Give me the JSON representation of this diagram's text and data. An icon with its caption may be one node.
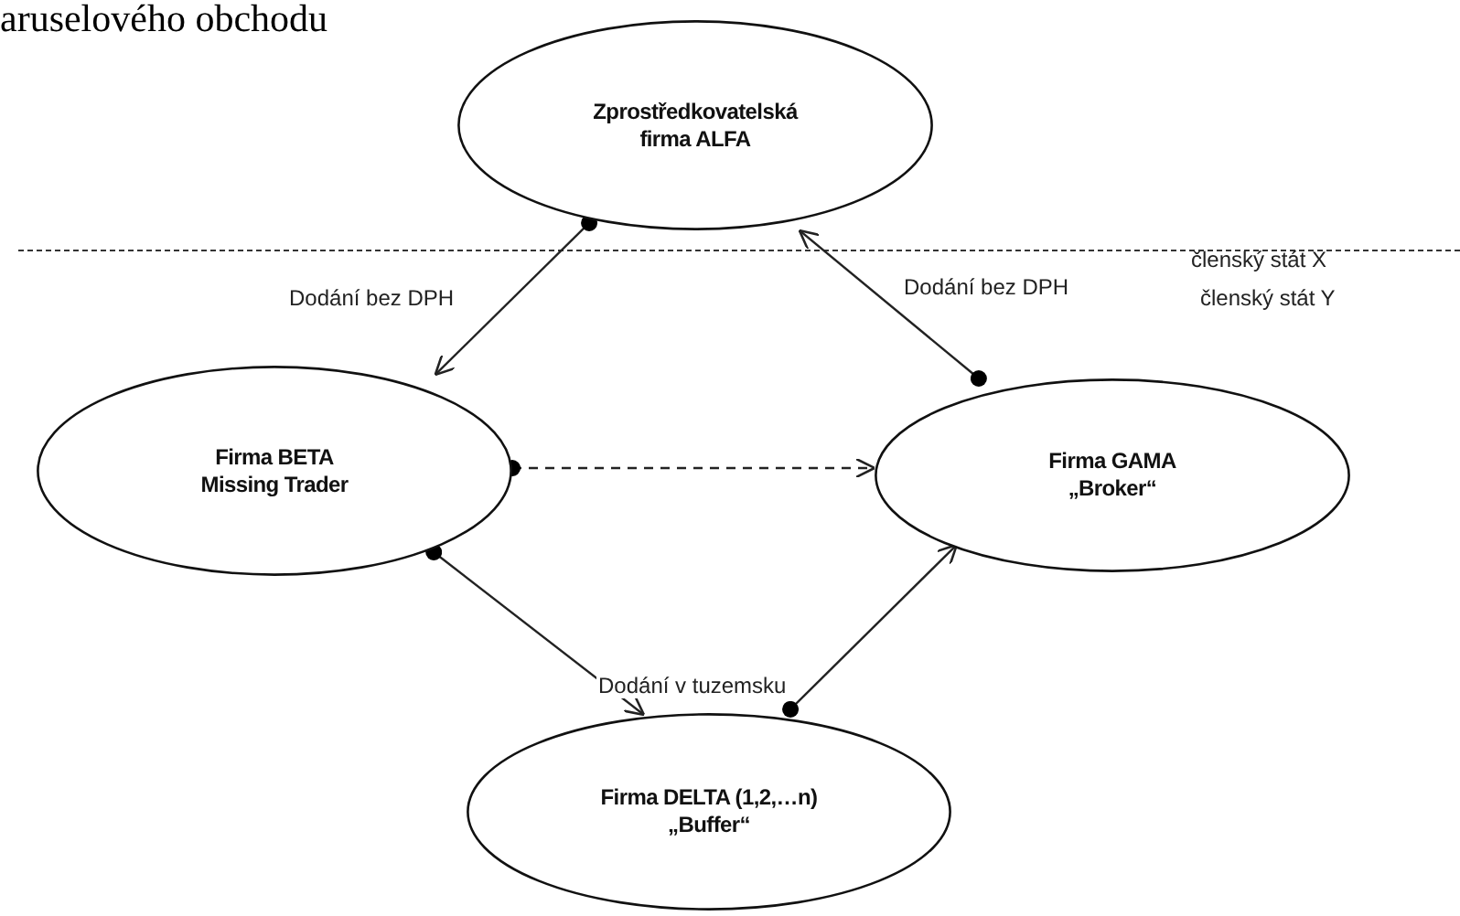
{
  "diagram": {
    "title": "aruselového obchodu",
    "nodes": [
      {
        "text": [
          "Zprostředkovatelská firma ALFA"
        ]
      },
      {
        "text": [
          "Firma BETA Missing Trader"
        ]
      },
      {
        "text": [
          "Firma GAMA „Broker“"
        ]
      },
      {
        "text": [
          "Firma DELTA (1,2,…n) „Buffer“"
        ]
      }
    ],
    "edges": [
      {
        "from": 0,
        "to": 1,
        "arrow": "to",
        "label": "Dodání bez DPH"
      },
      {
        "from": 2,
        "to": 0,
        "arrow": "to",
        "label": "Dodání bez DPH"
      },
      {
        "from": 1,
        "to": 2,
        "arrow": "to",
        "style": "dashed"
      },
      {
        "from": 1,
        "to": 3,
        "arrow": "to",
        "label": "Dodání v tuzemsku"
      },
      {
        "from": 3,
        "to": 2,
        "arrow": "to"
      }
    ],
    "labels": [
      "členský stát X",
      "členský stát Y"
    ]
  }
}
